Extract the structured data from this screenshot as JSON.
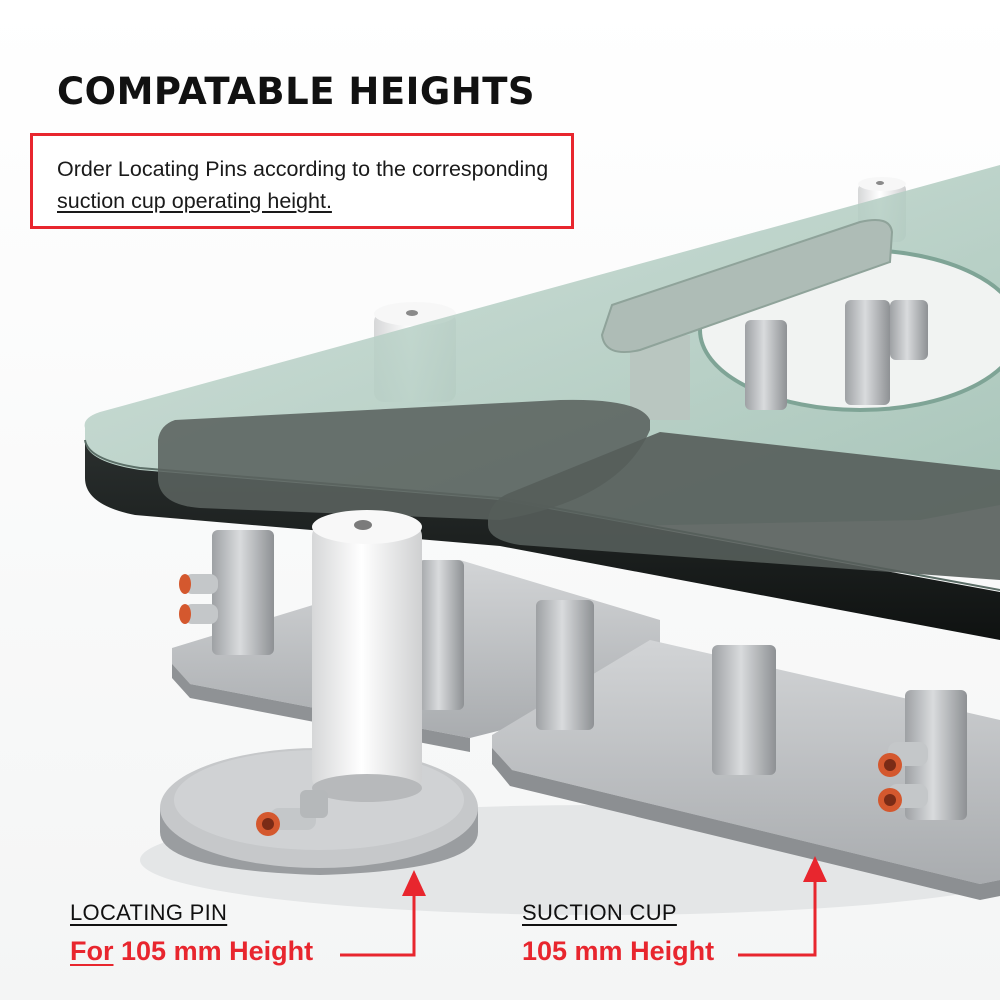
{
  "title": "COMPATABLE HEIGHTS",
  "note": {
    "line1": "Order Locating Pins according to the corresponding",
    "line2": "suction cup operating height."
  },
  "locating_pin": {
    "label": "LOCATING PIN",
    "prefix": "For",
    "height": "105 mm Height"
  },
  "suction_cup": {
    "label": "SUCTION CUP",
    "height": "105 mm Height"
  },
  "colors": {
    "accent_red": "#e8262e",
    "text_dark": "#111111",
    "glass_green": "#a9c7bb",
    "aluminum": "#b9bcbf",
    "pin_white": "#f2f2f2"
  }
}
